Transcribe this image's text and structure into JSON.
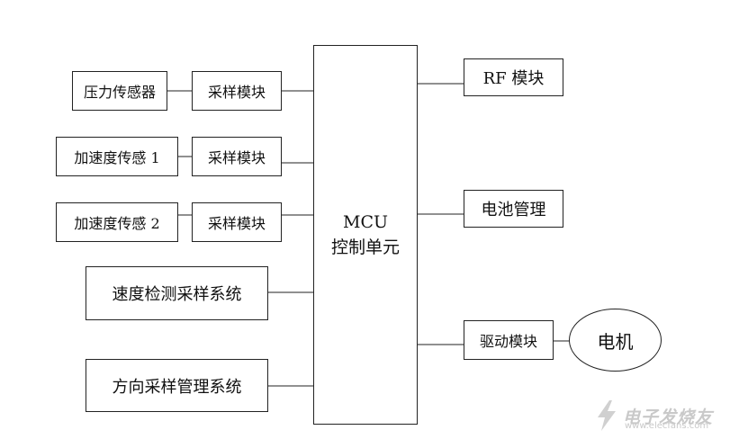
{
  "diagram": {
    "mcu": {
      "line1": "MCU",
      "line2": "控制单元"
    },
    "left_sensors": [
      {
        "sensor": "压力传感器",
        "sampler": "采样模块"
      },
      {
        "sensor": "加速度传感 1",
        "sampler": "采样模块"
      },
      {
        "sensor": "加速度传感 2",
        "sampler": "采样模块"
      }
    ],
    "left_systems": [
      {
        "label": "速度检测采样系统"
      },
      {
        "label": "方向采样管理系统"
      }
    ],
    "right_modules": [
      {
        "label": "RF 模块"
      },
      {
        "label": "电池管理"
      },
      {
        "label": "驱动模块"
      }
    ],
    "motor": {
      "label": "电机"
    }
  },
  "watermark": {
    "text": "电子发烧友",
    "url": "www.elecfans.com"
  }
}
